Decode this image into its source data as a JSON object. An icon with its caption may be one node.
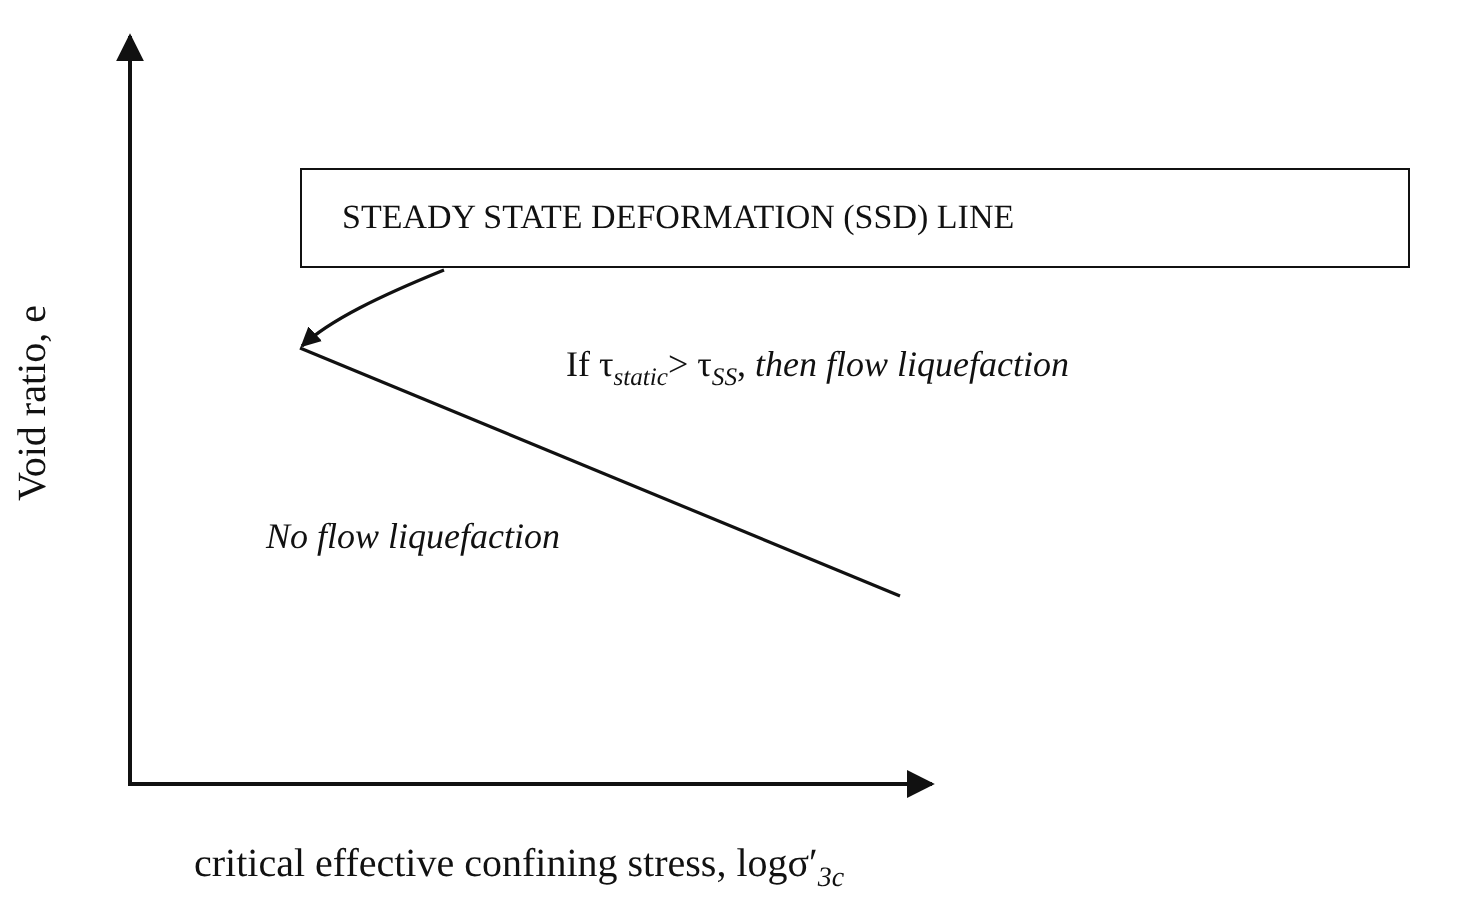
{
  "diagram": {
    "nodes": [
      {
        "text": [
          "STEADY STATE DEFORMATION (SSD) LINE"
        ]
      },
      {
        "text": [],
        "shape": "line"
      }
    ],
    "edges": [
      {
        "from": 0,
        "to": 1,
        "arrow": "to"
      }
    ],
    "labels": [
      "If τ$_{static}$> τ$_{SS}$, *then flow liquefaction*",
      "No flow liquefaction",
      "Void ratio, e",
      "critical effective confining stress, logσ′$_{3c}$"
    ]
  }
}
